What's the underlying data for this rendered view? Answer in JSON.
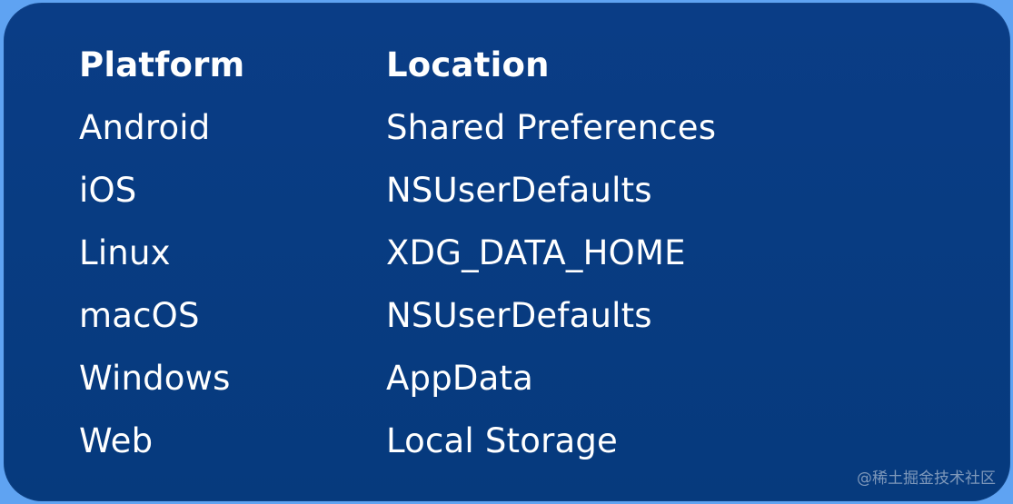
{
  "table": {
    "headers": {
      "platform": "Platform",
      "location": "Location"
    },
    "rows": [
      {
        "platform": "Android",
        "location": "Shared Preferences"
      },
      {
        "platform": "iOS",
        "location": "NSUserDefaults"
      },
      {
        "platform": "Linux",
        "location": "XDG_DATA_HOME"
      },
      {
        "platform": "macOS",
        "location": "NSUserDefaults"
      },
      {
        "platform": "Windows",
        "location": "AppData"
      },
      {
        "platform": "Web",
        "location": "Local Storage"
      }
    ]
  },
  "watermark": "@稀土掘金技术社区",
  "colors": {
    "background": "#5fa3f2",
    "panel": "#0a3d86",
    "text": "#ffffff"
  }
}
